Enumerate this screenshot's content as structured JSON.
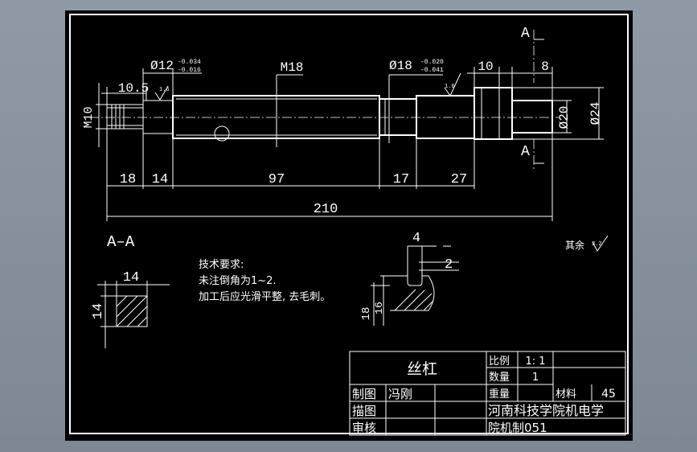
{
  "drawing": {
    "section_ref_top": "A",
    "section_ref_bottom": "A",
    "section_title": "A–A",
    "dims": {
      "d1": "Ø12",
      "d1_tol_up": "-0.034",
      "d1_tol_low": "-0.016",
      "m18": "M18",
      "d2": "Ø18",
      "d2_tol_up": "-0.020",
      "d2_tol_low": "-0.041",
      "l10_top": "10",
      "l8_top": "8",
      "l10_5": "10.5",
      "m10": "M10",
      "d20": "Ø20",
      "d24": "Ø24",
      "l18": "18",
      "l14": "14",
      "l97": "97",
      "l17": "17",
      "l27": "27",
      "l210": "210",
      "rough1": "1.6",
      "rough2": "1.6"
    },
    "section": {
      "w": "14",
      "h": "14"
    },
    "groove": {
      "w": "4",
      "depth": "2",
      "d_outer": "18",
      "d_inner": "16"
    },
    "surface_note": "其余",
    "surface_value": "3.2",
    "tech": {
      "title": "技术要求:",
      "line1": "未注倒角为1~2.",
      "line2": "加工后应光滑平整, 去毛刺。"
    },
    "title_block": {
      "part_name": "丝杠",
      "scale_label": "比例",
      "scale_value": "1: 1",
      "qty_label": "数量",
      "qty_value": "1",
      "weight_label": "重量",
      "material_label": "材料",
      "material_value": "45",
      "drawn_label": "制图",
      "drawn_value": "冯刚",
      "traced_label": "描图",
      "checked_label": "审核",
      "org_line1": "河南科技学院机电学",
      "org_line2": "院机制051"
    }
  }
}
